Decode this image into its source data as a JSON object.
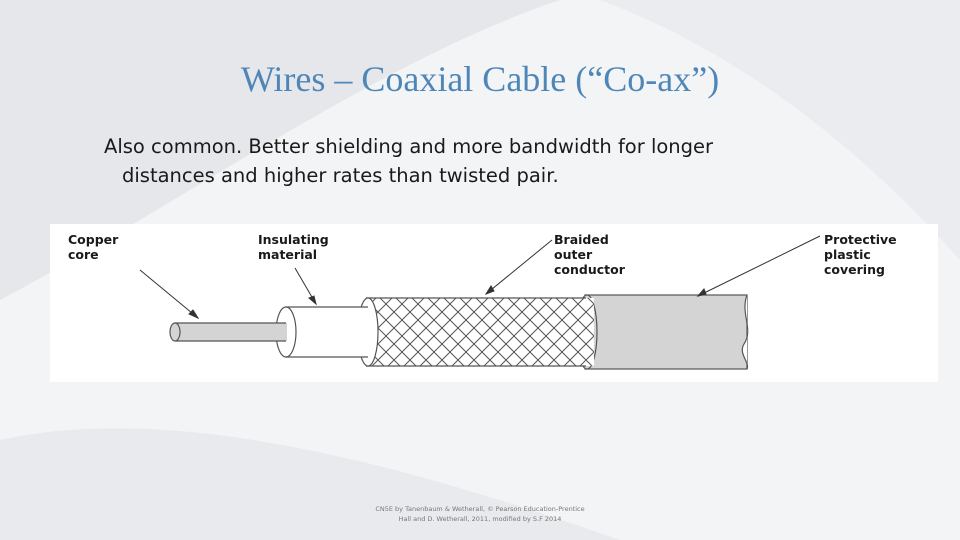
{
  "slide": {
    "title": "Wires – Coaxial Cable (“Co-ax”)",
    "body_line1": "Also common. Better shielding and more bandwidth for longer",
    "body_line2": "distances and higher rates than twisted pair.",
    "footer_line1": "CN5E by Tanenbaum & Wetherall, © Pearson Education-Prentice",
    "footer_line2": "Hall and D. Wetherall, 2011, modified by S.F 2014"
  },
  "diagram": {
    "labels": {
      "copper_core": "Copper\ncore",
      "insulating_material": "Insulating\nmaterial",
      "braided_outer_conductor": "Braided\nouter\nconductor",
      "protective_plastic_covering": "Protective\nplastic\ncovering"
    }
  },
  "colors": {
    "title": "#4f86b8",
    "background": "#f3f4f6",
    "cable_gray": "#d4d4d4",
    "insulation_white": "#ffffff"
  }
}
